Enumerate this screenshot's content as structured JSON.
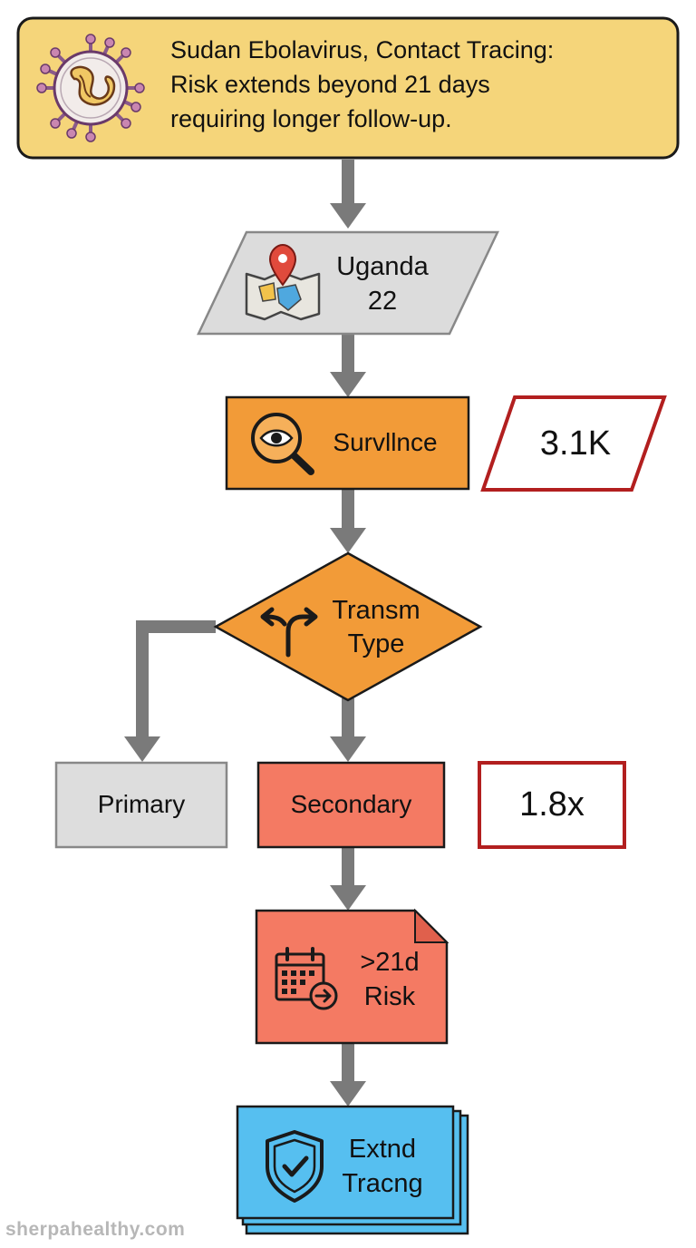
{
  "title": {
    "lines": [
      "Sudan Ebolavirus, Contact Tracing:",
      "Risk extends beyond 21 days",
      "requiring longer follow-up."
    ]
  },
  "nodes": {
    "location": {
      "line1": "Uganda",
      "line2": "22"
    },
    "surveillance": {
      "label": "Survllnce"
    },
    "surveillance_value": {
      "label": "3.1K"
    },
    "decision": {
      "line1": "Transm",
      "line2": "Type"
    },
    "primary": {
      "label": "Primary"
    },
    "secondary": {
      "label": "Secondary"
    },
    "secondary_value": {
      "label": "1.8x"
    },
    "risk": {
      "line1": ">21d",
      "line2": "Risk"
    },
    "tracing": {
      "line1": "Extnd",
      "line2": "Tracng"
    }
  },
  "watermark": "sherpahealthy.com",
  "icons": {
    "title": "virus-icon",
    "location": "map-pin-icon",
    "surveillance": "magnifier-eye-icon",
    "decision": "split-arrows-icon",
    "risk": "calendar-arrow-icon",
    "tracing": "shield-check-icon"
  },
  "colors": {
    "title_fill": "#f5d57a",
    "location_fill": "#dcdcdc",
    "orange_fill": "#f29b38",
    "primary_fill": "#dddddd",
    "red_fill": "#f47a63",
    "blue_fill": "#56bff0",
    "value_border": "#b21f1f",
    "arrow": "#7a7a7a"
  }
}
